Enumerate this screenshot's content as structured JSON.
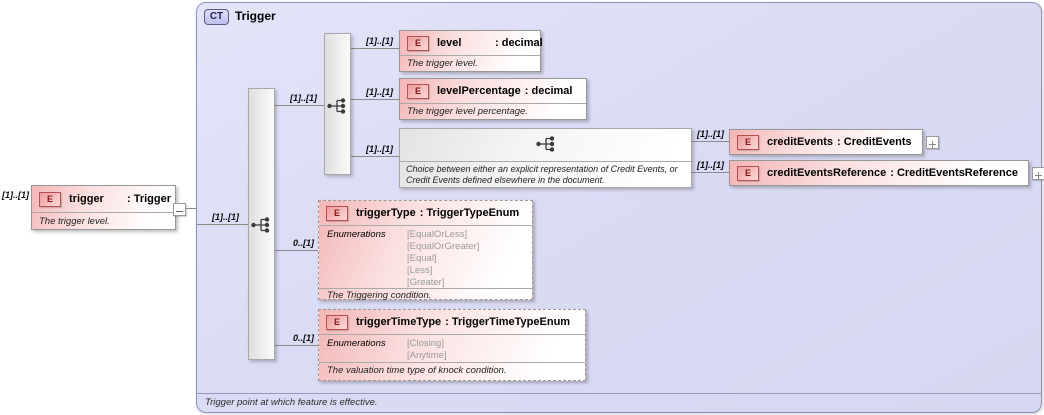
{
  "header": {
    "badge": "CT",
    "title": "Trigger"
  },
  "footer": {
    "text": "Trigger point at which feature is effective."
  },
  "root": {
    "cardinality": "[1]..[1]",
    "badge": "E",
    "name": "trigger",
    "type": ": Trigger",
    "annotation": "The trigger level."
  },
  "links": {
    "outer": "[1]..[1]",
    "inner": "[1]..[1]",
    "level": "[1]..[1]",
    "level_percentage": "[1]..[1]",
    "choice": "[1]..[1]",
    "credit_events": "[1]..[1]",
    "credit_events_reference": "[1]..[1]",
    "trigger_type": "0..[1]",
    "trigger_time_type": "0..[1]"
  },
  "elements": {
    "level": {
      "badge": "E",
      "name": "level",
      "type": ": decimal",
      "annotation": "The trigger level."
    },
    "level_percentage": {
      "badge": "E",
      "name": "levelPercentage",
      "type": ": decimal",
      "annotation": "The trigger level percentage."
    },
    "choice": {
      "annotation": "Choice between either an explicit representation of Credit Events, or Credit Events defined elsewhere in the document."
    },
    "credit_events": {
      "badge": "E",
      "name": "creditEvents",
      "type": ": CreditEvents"
    },
    "credit_events_reference": {
      "badge": "E",
      "name": "creditEventsReference",
      "type": ": CreditEventsReference"
    },
    "trigger_type": {
      "badge": "E",
      "name": "triggerType",
      "type": ": TriggerTypeEnum",
      "enum_label": "Enumerations",
      "enums": [
        "[EqualOrLess]",
        "[EqualOrGreater]",
        "[Equal]",
        "[Less]",
        "[Greater]"
      ],
      "annotation": "The Triggering condition."
    },
    "trigger_time_type": {
      "badge": "E",
      "name": "triggerTimeType",
      "type": ": TriggerTimeTypeEnum",
      "enum_label": "Enumerations",
      "enums": [
        "[Closing]",
        "[Anytime]"
      ],
      "annotation": "The valuation time type of knock condition."
    }
  }
}
